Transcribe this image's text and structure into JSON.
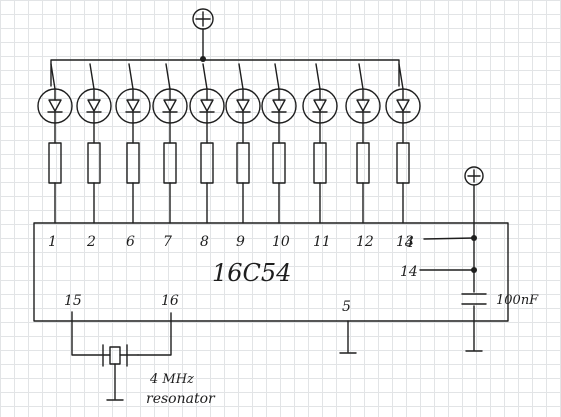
{
  "chip": {
    "label": "16C54",
    "left_pins": [
      "1",
      "2",
      "6",
      "7",
      "8",
      "9",
      "10",
      "11",
      "12",
      "13"
    ],
    "right_pins": [
      "4",
      "14"
    ],
    "bottom_pins": [
      "15",
      "16",
      "5"
    ]
  },
  "components": {
    "capacitor_value": "100nF",
    "resonator_freq": "4 MHz",
    "resonator_name": "resonator"
  },
  "colors": {
    "ink": "#1e1e1e",
    "grid": "#e2e4e6",
    "paper": "#ffffff"
  },
  "icons": {
    "supply": "plus-terminal-icon",
    "ground": "ground-icon",
    "led": "led-icon",
    "resistor": "resistor-icon",
    "capacitor": "capacitor-icon",
    "resonator": "crystal-resonator-icon"
  }
}
